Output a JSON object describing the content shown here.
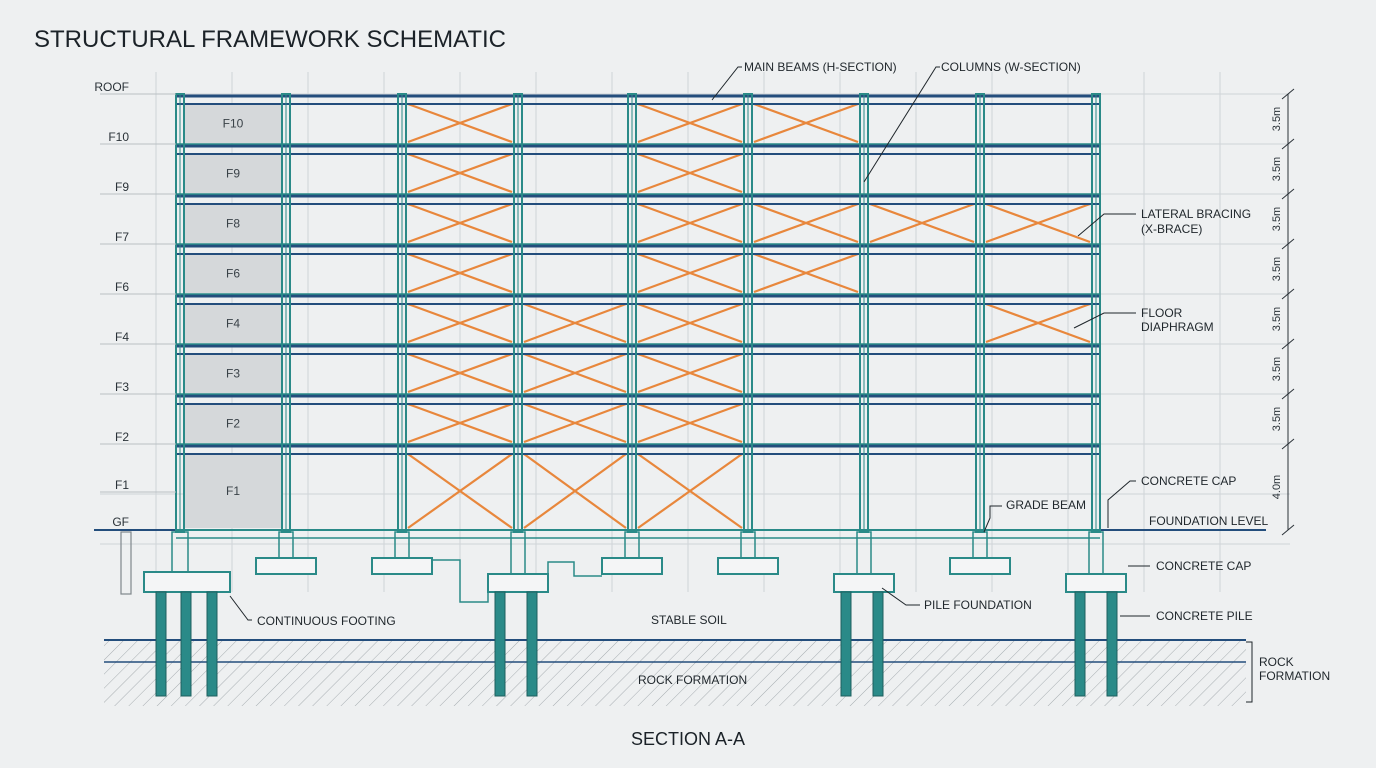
{
  "title": "STRUCTURAL FRAMEWORK SCHEMATIC",
  "caption": "SECTION A-A",
  "levels": [
    "ROOF",
    "F10",
    "F9",
    "F7",
    "F6",
    "F4",
    "F3",
    "F2",
    "F1",
    "GF"
  ],
  "floor_panels": [
    "F10",
    "F9",
    "F8",
    "F6",
    "F4",
    "F3",
    "F2",
    "F1"
  ],
  "dimensions": [
    "3.5m",
    "3.5m",
    "3.5m",
    "3.5m",
    "3.5m",
    "3.5m",
    "3.5m",
    "4.0m"
  ],
  "annotations": {
    "main_beams": "MAIN BEAMS (H-SECTION)",
    "columns": "COLUMNS (W-SECTION)",
    "lateral_bracing_1": "LATERAL BRACING",
    "lateral_bracing_2": "(X-BRACE)",
    "floor_diaphragm_1": "FLOOR",
    "floor_diaphragm_2": "DIAPHRAGM",
    "concrete_cap_top": "CONCRETE CAP",
    "grade_beam": "GRADE BEAM",
    "foundation_level": "FOUNDATION LEVEL",
    "concrete_cap_bottom": "CONCRETE CAP",
    "concrete_pile": "CONCRETE PILE",
    "pile_foundation": "PILE FOUNDATION",
    "continuous_footing": "CONTINUOUS FOOTING",
    "stable_soil": "STABLE SOIL",
    "rock_formation_center": "ROCK FORMATION",
    "rock_formation_right_1": "ROCK",
    "rock_formation_right_2": "FORMATION"
  },
  "colors": {
    "column": "#2a8a88",
    "beam": "#234d7c",
    "bracing": "#e8873c",
    "panel": "#d5d8da",
    "grid": "#cfd4d7",
    "background": "#eef0f1"
  }
}
